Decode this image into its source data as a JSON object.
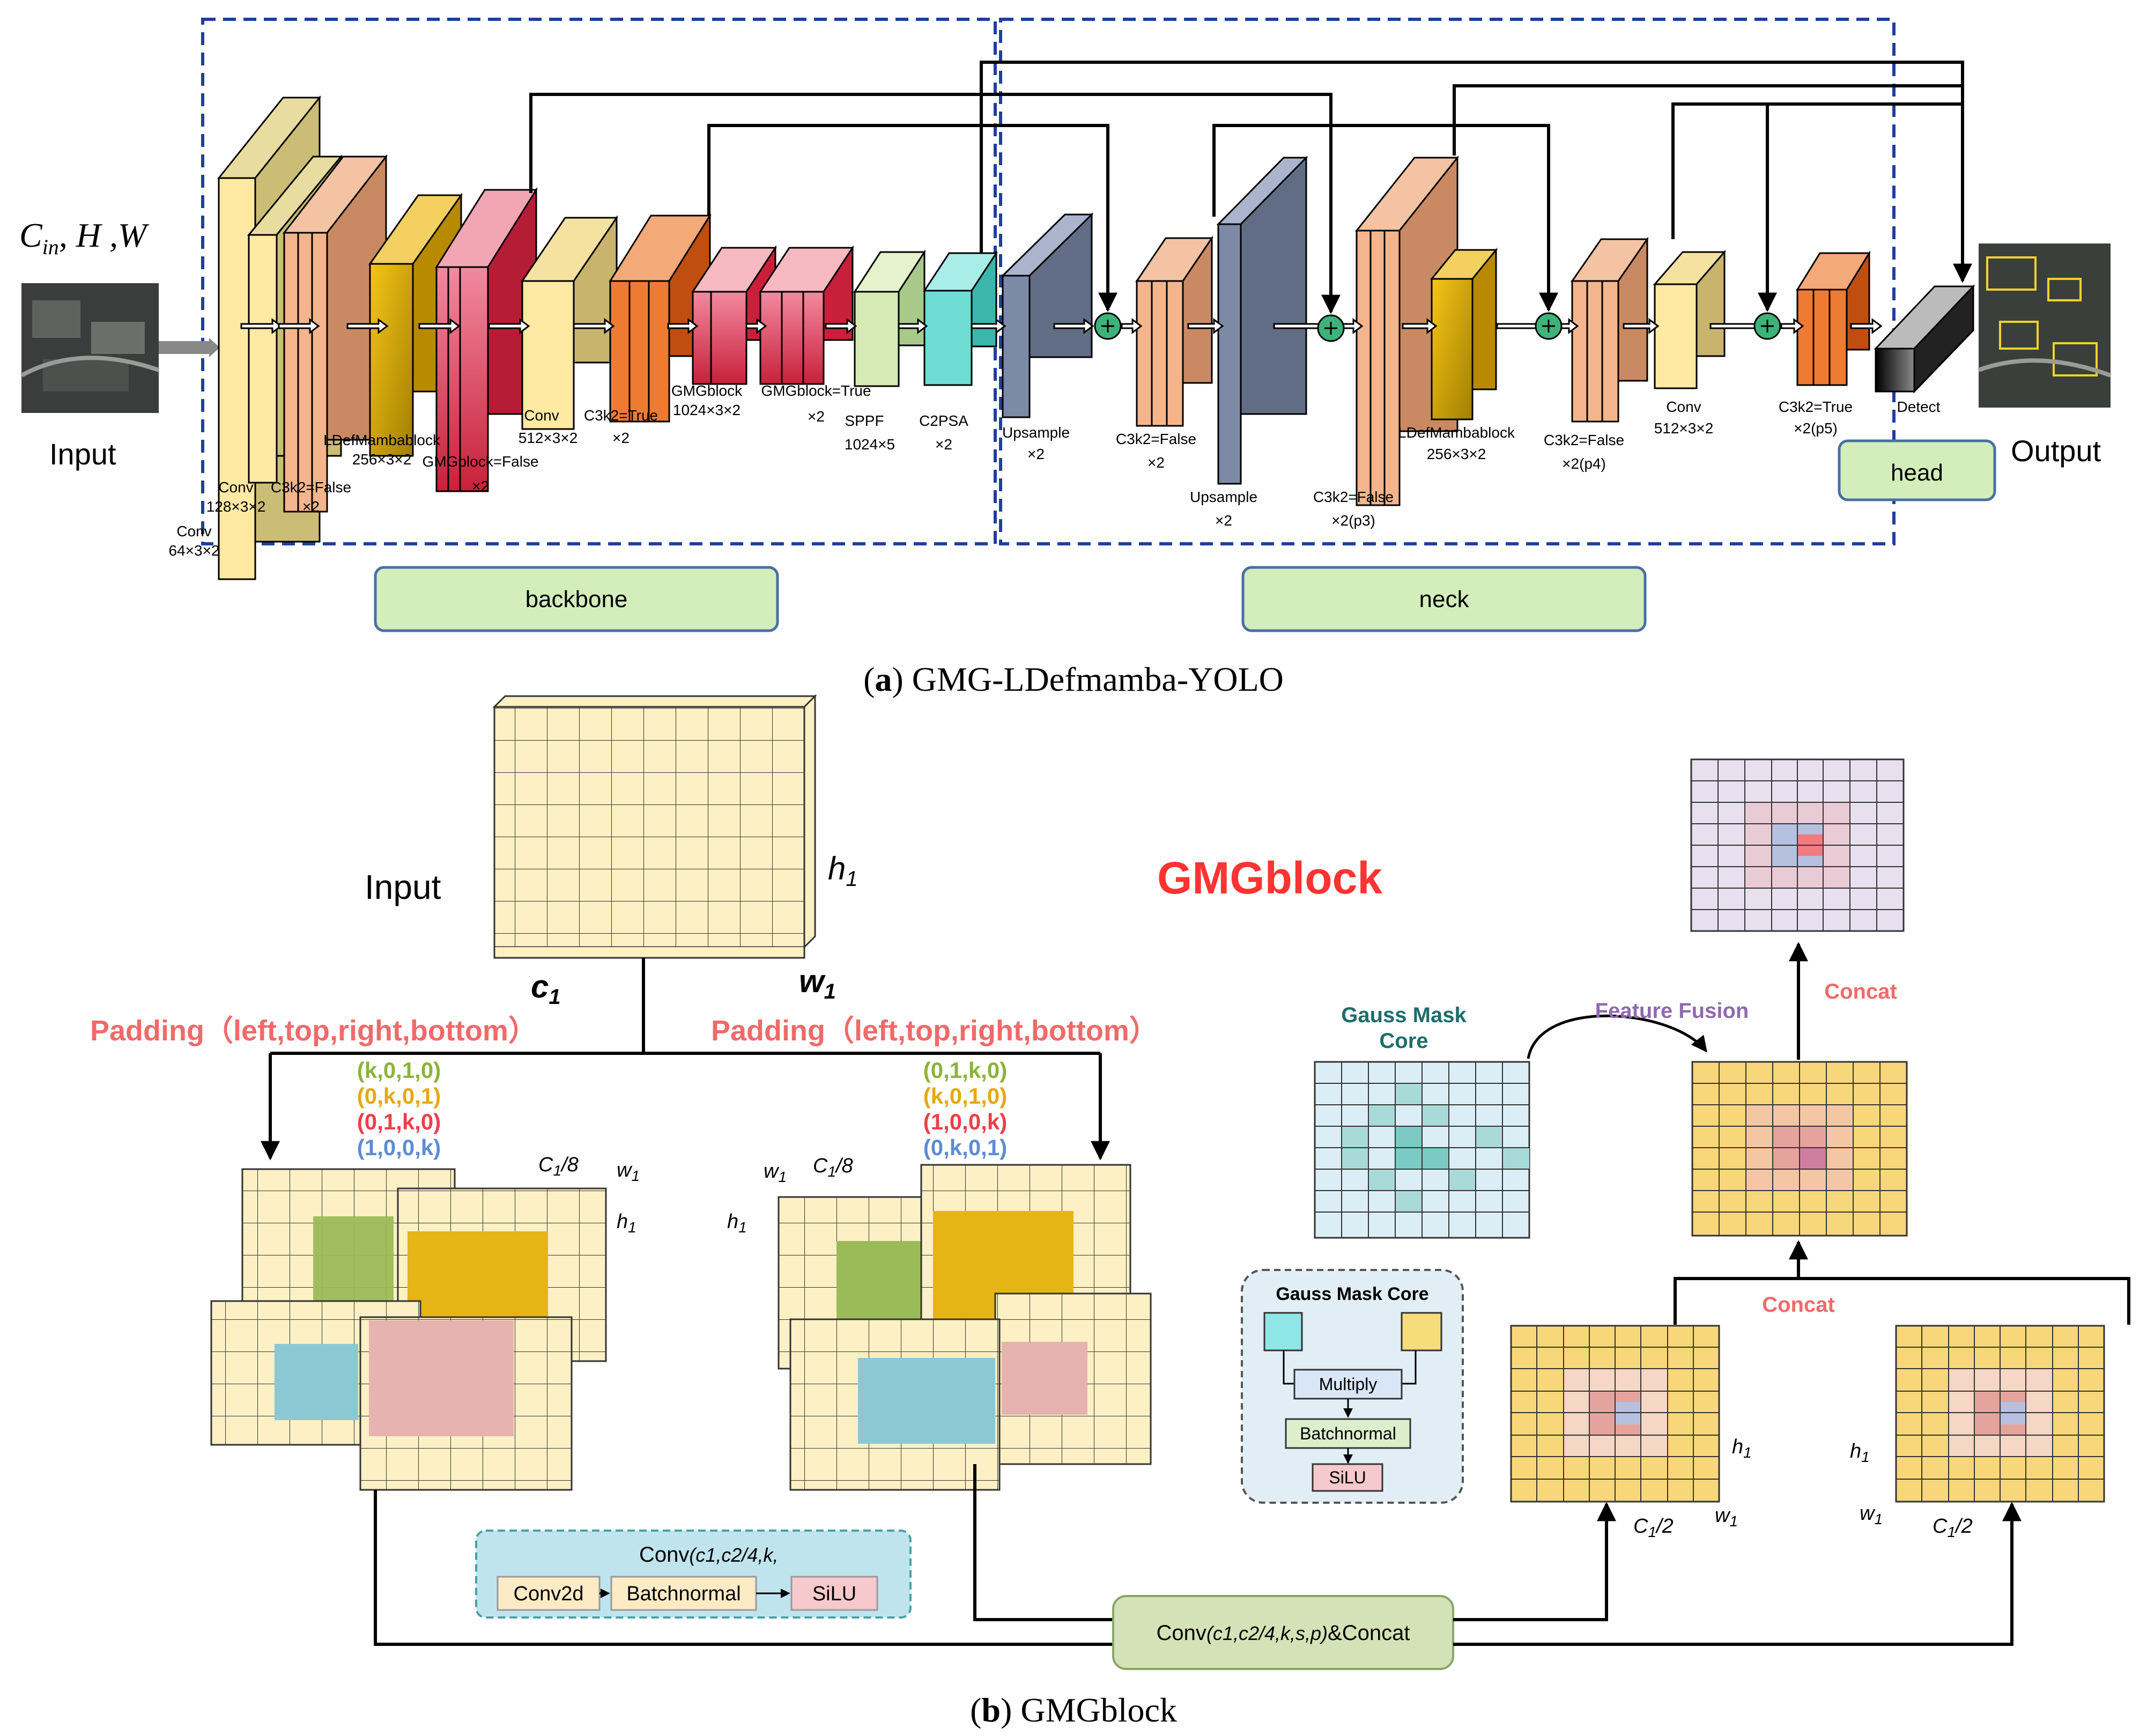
{
  "part_a": {
    "input_dims": "C",
    "input_dims_sub": "in",
    "input_dims_rest": ", H ,W",
    "input_label": "Input",
    "output_label": "Output",
    "backbone_label": "backbone",
    "neck_label": "neck",
    "head_label": "head",
    "layers": {
      "conv1": [
        "Conv",
        "64×3×2"
      ],
      "conv2": [
        "Conv",
        "128×3×2"
      ],
      "c3k2a": [
        "C3k2=False",
        "×2"
      ],
      "ldef1": [
        "LDefMambablock",
        "256×3×2"
      ],
      "gmg1": [
        "GMGblock=False",
        "×2"
      ],
      "conv3": [
        "Conv",
        "512×3×2"
      ],
      "c3k2b": [
        "C3k2=True",
        "×2"
      ],
      "gmg2": [
        "GMGblock",
        "1024×3×2"
      ],
      "gmg3": [
        "GMGblock=True",
        "×2"
      ],
      "sppf": [
        "SPPF",
        "1024×5"
      ],
      "c2psa": [
        "C2PSA",
        "×2"
      ],
      "up1": [
        "Upsample",
        "×2"
      ],
      "c3k2c": [
        "C3k2=False",
        "×2"
      ],
      "up2": [
        "Upsample",
        "×2"
      ],
      "c3k2d": [
        "C3k2=False",
        "×2(p3)"
      ],
      "ldef2": [
        "LDefMambablock",
        "256×3×2"
      ],
      "c3k2e": [
        "C3k2=False",
        "×2(p4)"
      ],
      "conv4": [
        "Conv",
        "512×3×2"
      ],
      "c3k2f": [
        "C3k2=True",
        "×2(p5)"
      ],
      "detect": [
        "Detect"
      ]
    },
    "caption_letter": "a",
    "caption_text": " GMG-LDefmamba-YOLO"
  },
  "part_b": {
    "input_label": "Input",
    "h1": "h",
    "w1": "w",
    "c1": "c",
    "sub1": "1",
    "title": "GMGblock",
    "padding_label": "Padding（left,top,right,bottom）",
    "left_codes": [
      "(k,0,1,0)",
      "(0,k,0,1)",
      "(0,1,k,0)",
      "(1,0,0,k)"
    ],
    "right_codes": [
      "(0,1,k,0)",
      "(k,0,1,0)",
      "(1,0,0,k)",
      "(0,k,0,1)"
    ],
    "c1_8": "C",
    "c1_8_rest": "/8",
    "c1_2_rest": "/2",
    "conv_title": "Conv",
    "conv_params": "(c1,c2/4,k,",
    "conv_steps": [
      "Conv2d",
      "Batchnormal",
      "SiLU"
    ],
    "conv_concat_pre": "Conv",
    "conv_concat_params": "(c1,c2/4,k,s,p)",
    "conv_concat_post": "&Concat",
    "gauss_title": "Gauss Mask Core",
    "gauss_title_l1": "Gauss Mask",
    "gauss_title_l2": "Core",
    "feature_fusion": "Feature Fusion",
    "concat": "Concat",
    "gmc_steps": [
      "Multiply",
      "Batchnormal",
      "SiLU"
    ],
    "caption_letter": "b",
    "caption_text": " GMGblock"
  },
  "colors": {
    "cream": "#fdf0c4",
    "green": "#9bbb59",
    "orange": "#e7b416",
    "pink": "#e6b3b0",
    "blue": "#8cc7d4",
    "title_red": "#ff3333",
    "padding_red": "#f06a6a",
    "label_green": "#e3efcf",
    "teal_text": "#1d6d6a",
    "purple_text": "#8e6aae"
  }
}
